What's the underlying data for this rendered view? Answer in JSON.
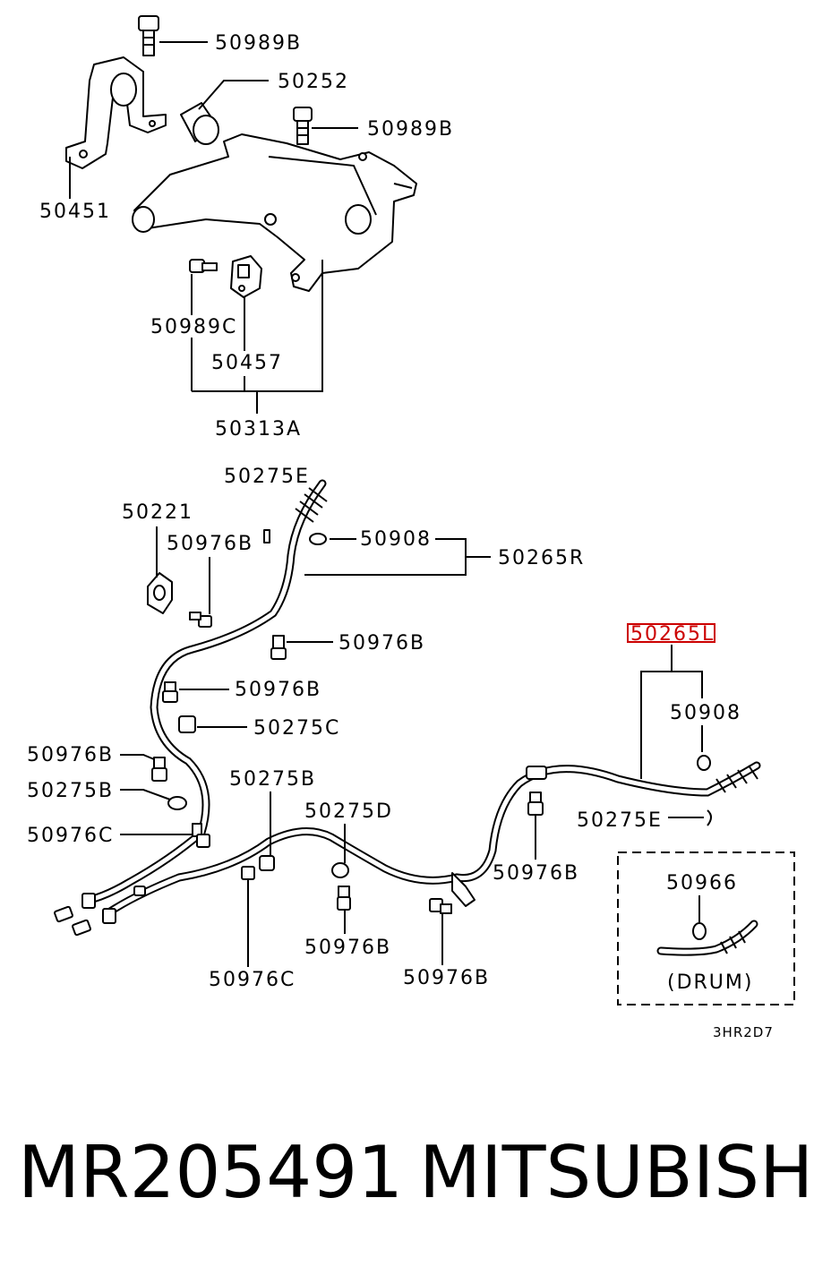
{
  "labels": {
    "l_50989B_a": "50989B",
    "l_50252": "50252",
    "l_50989B_b": "50989B",
    "l_50451": "50451",
    "l_50989C": "50989C",
    "l_50457": "50457",
    "l_50313A": "50313A",
    "l_50275E_a": "50275E",
    "l_50221": "50221",
    "l_50976B_a": "50976B",
    "l_50908_a": "50908",
    "l_50265R": "50265R",
    "l_50976B_b": "50976B",
    "l_50976B_c": "50976B",
    "l_50275C": "50275C",
    "l_50976B_d": "50976B",
    "l_50275B_a": "50275B",
    "l_50976C_a": "50976C",
    "l_50275B_b": "50275B",
    "l_50275D": "50275D",
    "l_50265L": "50265L",
    "l_50908_b": "50908",
    "l_50275E_b": "50275E",
    "l_50976B_e": "50976B",
    "l_50976B_f": "50976B",
    "l_50976C_b": "50976C",
    "l_50976B_g": "50976B",
    "l_50966": "50966",
    "l_drum": "(DRUM)",
    "l_code": "3HR2D7"
  },
  "caption": {
    "part_number": "MR205491",
    "brand": "MITSUBISHI"
  },
  "colors": {
    "highlight": "#cc0000",
    "line": "#000000"
  }
}
